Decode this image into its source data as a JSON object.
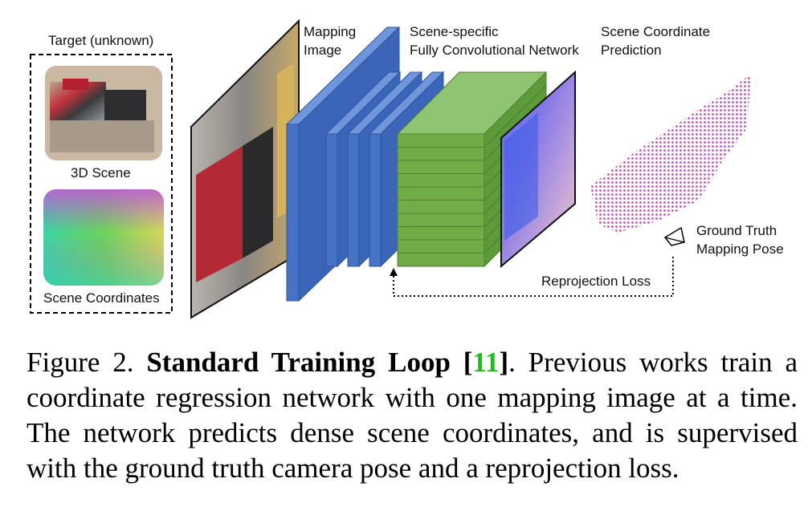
{
  "figure": {
    "target_label": "Target (unknown)",
    "scene_label": "3D Scene",
    "coords_label": "Scene Coordinates",
    "mapping_image_label": [
      "Mapping",
      "Image"
    ],
    "network_label": [
      "Scene-specific",
      "Fully Convolutional Network"
    ],
    "prediction_label": [
      "Scene Coordinate",
      "Prediction"
    ],
    "gt_pose_label": [
      "Ground Truth",
      "Mapping Pose"
    ],
    "loss_label": "Reprojection Loss",
    "colors": {
      "input_layer": "#4472c4",
      "conv_layer": "#70ad47",
      "loss_arrow": "#000000"
    }
  },
  "caption": {
    "prefix": "Figure 2. ",
    "title": "Standard Training Loop",
    "bracket_open": " [",
    "ref": "11",
    "bracket_close": "]",
    "body": ". Previous works train a coordinate regression network with one mapping image at a time. The network predicts dense scene coordinates, and is supervised with the ground truth camera pose and a reprojection loss."
  }
}
